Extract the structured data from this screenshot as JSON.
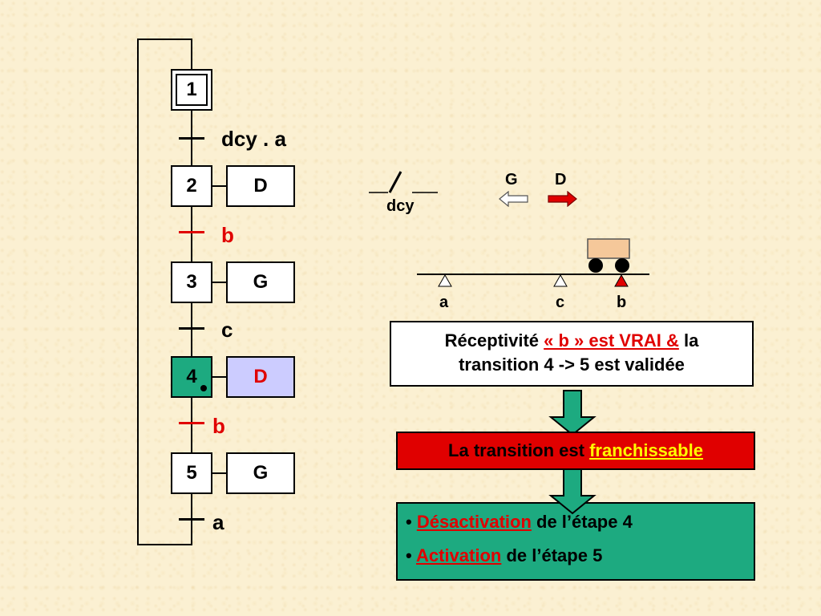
{
  "grafcet": {
    "steps": [
      {
        "label": "1"
      },
      {
        "label": "2",
        "action": "D"
      },
      {
        "label": "3",
        "action": "G"
      },
      {
        "label": "4",
        "action": "D"
      },
      {
        "label": "5",
        "action": "G"
      }
    ],
    "transitions": [
      {
        "label": "dcy . a"
      },
      {
        "label": "b"
      },
      {
        "label": "c"
      },
      {
        "label": "b"
      },
      {
        "label": "a"
      }
    ]
  },
  "system": {
    "switch_label": "dcy",
    "direction_g": "G",
    "direction_d": "D",
    "sensor_a": "a",
    "sensor_c": "c",
    "sensor_b": "b"
  },
  "explanation": {
    "receptivity_prefix": "Réceptivité ",
    "receptivity_highlight": "« b » est VRAI &",
    "receptivity_suffix": " la",
    "receptivity_line2": "transition 4 -> 5 est validée",
    "transition_prefix": "La transition est ",
    "transition_highlight": "franchissable",
    "deactivation_word": "Désactivation",
    "deactivation_rest": " de l’étape 4",
    "activation_word": "Activation",
    "activation_rest": " de l’étape 5"
  },
  "colors": {
    "active_step": "#1daa80",
    "active_action": "#ccccff",
    "highlight_red": "#e00000",
    "highlight_yellow": "#ffff00"
  },
  "icons": [
    "arrow-left-icon",
    "arrow-right-icon",
    "cart-icon",
    "sensor-triangle-icon",
    "switch-icon"
  ]
}
